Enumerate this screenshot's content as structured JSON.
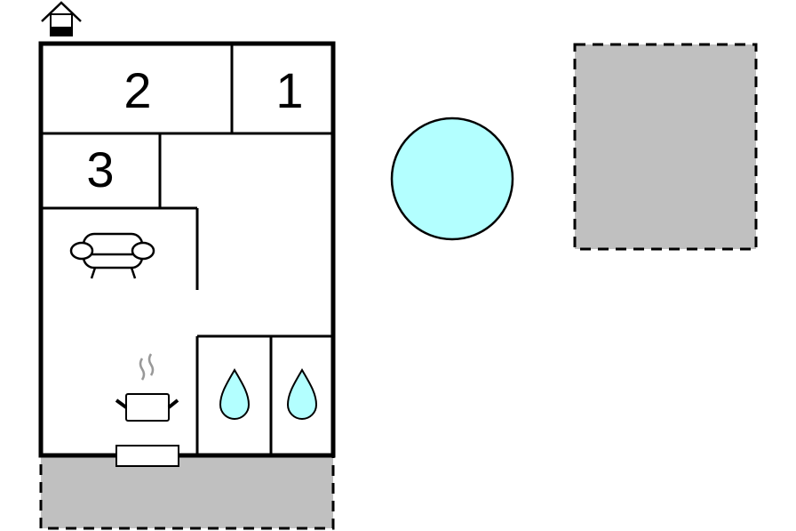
{
  "diagram": {
    "type": "floor-plan",
    "colors": {
      "wall": "#000000",
      "background": "#ffffff",
      "terrace": "#c0c0c0",
      "water": "#b3ffff",
      "steam": "#999999"
    },
    "rooms": [
      {
        "id": "bedroom-2",
        "label": "2"
      },
      {
        "id": "bedroom-1",
        "label": "1"
      },
      {
        "id": "bedroom-3",
        "label": "3"
      }
    ],
    "icons": [
      {
        "name": "house-entrance-icon"
      },
      {
        "name": "sofa-icon",
        "room": "living-room"
      },
      {
        "name": "cooking-pot-icon",
        "room": "kitchen"
      },
      {
        "name": "water-drop-icon",
        "room": "bathroom-1"
      },
      {
        "name": "water-drop-icon",
        "room": "bathroom-2"
      },
      {
        "name": "pool-icon"
      }
    ],
    "outdoor": [
      {
        "id": "terrace-south",
        "style": "dashed"
      },
      {
        "id": "outdoor-area-east",
        "style": "dashed"
      },
      {
        "id": "pool",
        "shape": "circle"
      }
    ]
  }
}
